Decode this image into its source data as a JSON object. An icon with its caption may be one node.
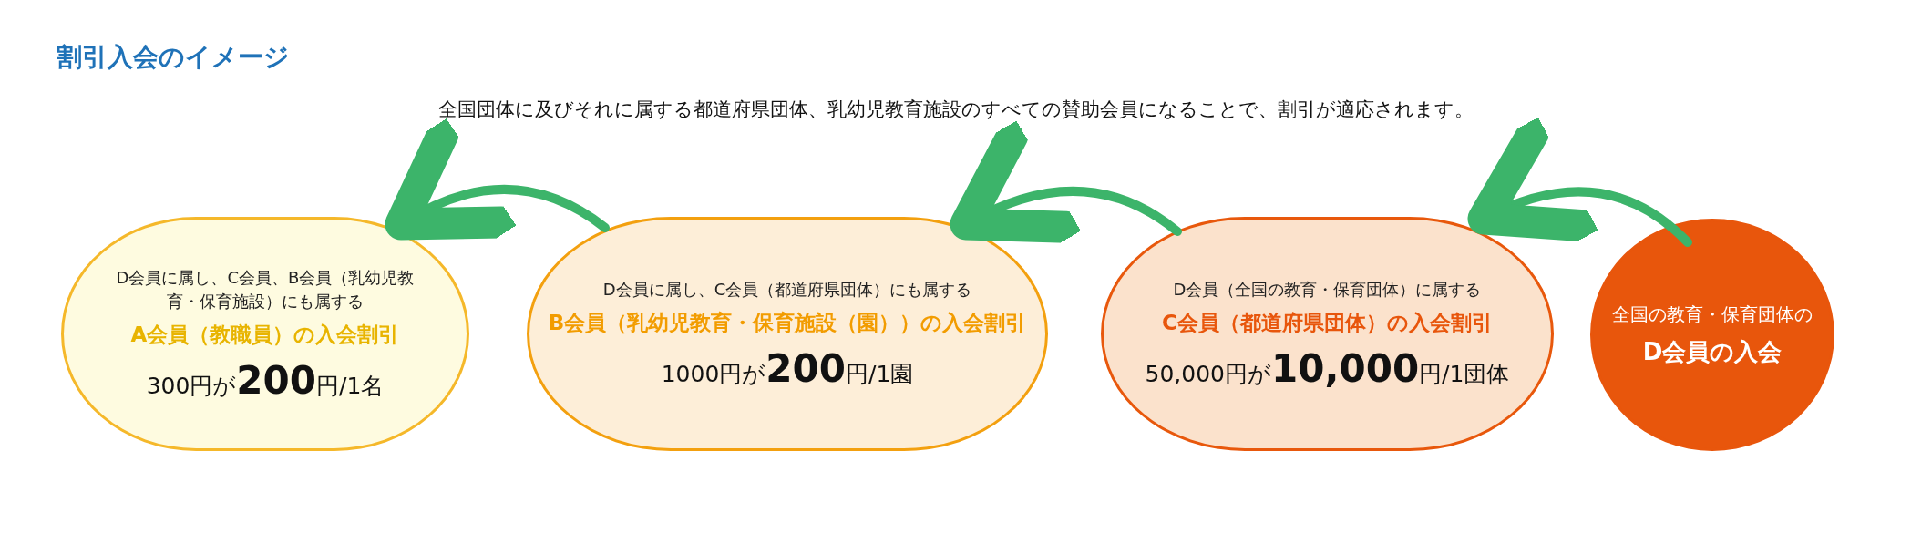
{
  "diagram": {
    "title": "割引入会のイメージ",
    "nodes": [
      {
        "text": [
          "D会員に属し、C会員、B会員（乳幼児教育・保育施設）にも属する",
          "A会員（教職員）の入会割引",
          "300円が**200**円/1名"
        ]
      },
      {
        "text": [
          "D会員に属し、C会員（都道府県団体）にも属する",
          "B会員（乳幼児教育・保育施設（園））の入会割引",
          "1000円が**200**円/1園"
        ]
      },
      {
        "text": [
          "D会員（全国の教育・保育団体）に属する",
          "C会員（都道府県団体）の入会割引",
          "50,000円が**10,000**円/1団体"
        ]
      },
      {
        "text": [
          "全国の教育・保育団体の",
          "D会員の入会"
        ]
      }
    ],
    "edges": [
      {
        "from": 3,
        "to": 2,
        "arrow": "to"
      },
      {
        "from": 2,
        "to": 1,
        "arrow": "to"
      },
      {
        "from": 1,
        "to": 0,
        "arrow": "to"
      }
    ],
    "labels": [
      "全国団体に及びそれに属する都道府県団体、乳幼児教育施設のすべての賛助会員になることで、割引が適応されます。"
    ]
  }
}
